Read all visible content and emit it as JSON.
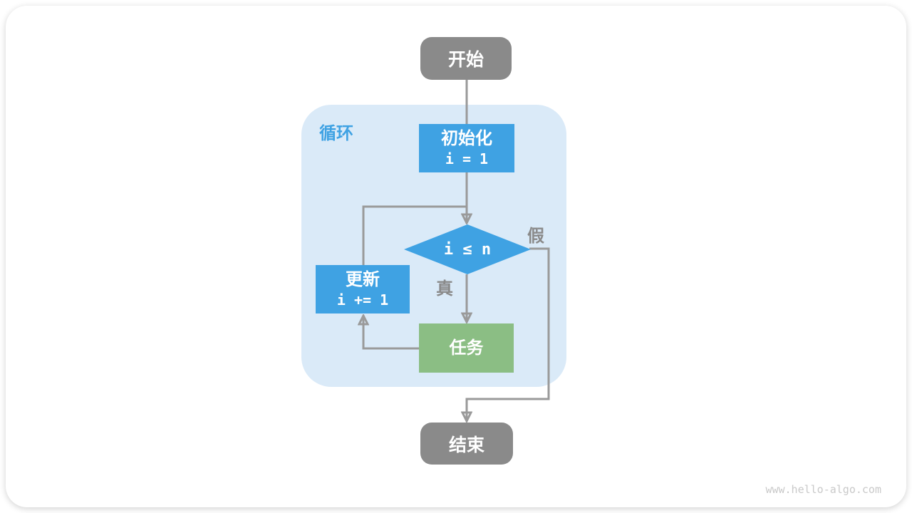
{
  "diagram": {
    "watermark": "www.hello-algo.com",
    "loop_container": {
      "label": "循环"
    },
    "nodes": {
      "start": {
        "label": "开始"
      },
      "init": {
        "title": "初始化",
        "code": "i = 1"
      },
      "condition": {
        "label": "i ≤ n"
      },
      "update": {
        "title": "更新",
        "code": "i += 1"
      },
      "task": {
        "label": "任务"
      },
      "end": {
        "label": "结束"
      }
    },
    "branch_labels": {
      "true": "真",
      "false": "假"
    },
    "colors": {
      "process_blue": "#3FA2E3",
      "task_green": "#8BBE84",
      "terminal_gray": "#8A8A8A",
      "loop_background": "#DAEAF8",
      "connector_gray": "#9A9A9A",
      "branch_label_gray": "#8A8A8A",
      "watermark_gray": "#C9C9C9"
    }
  }
}
